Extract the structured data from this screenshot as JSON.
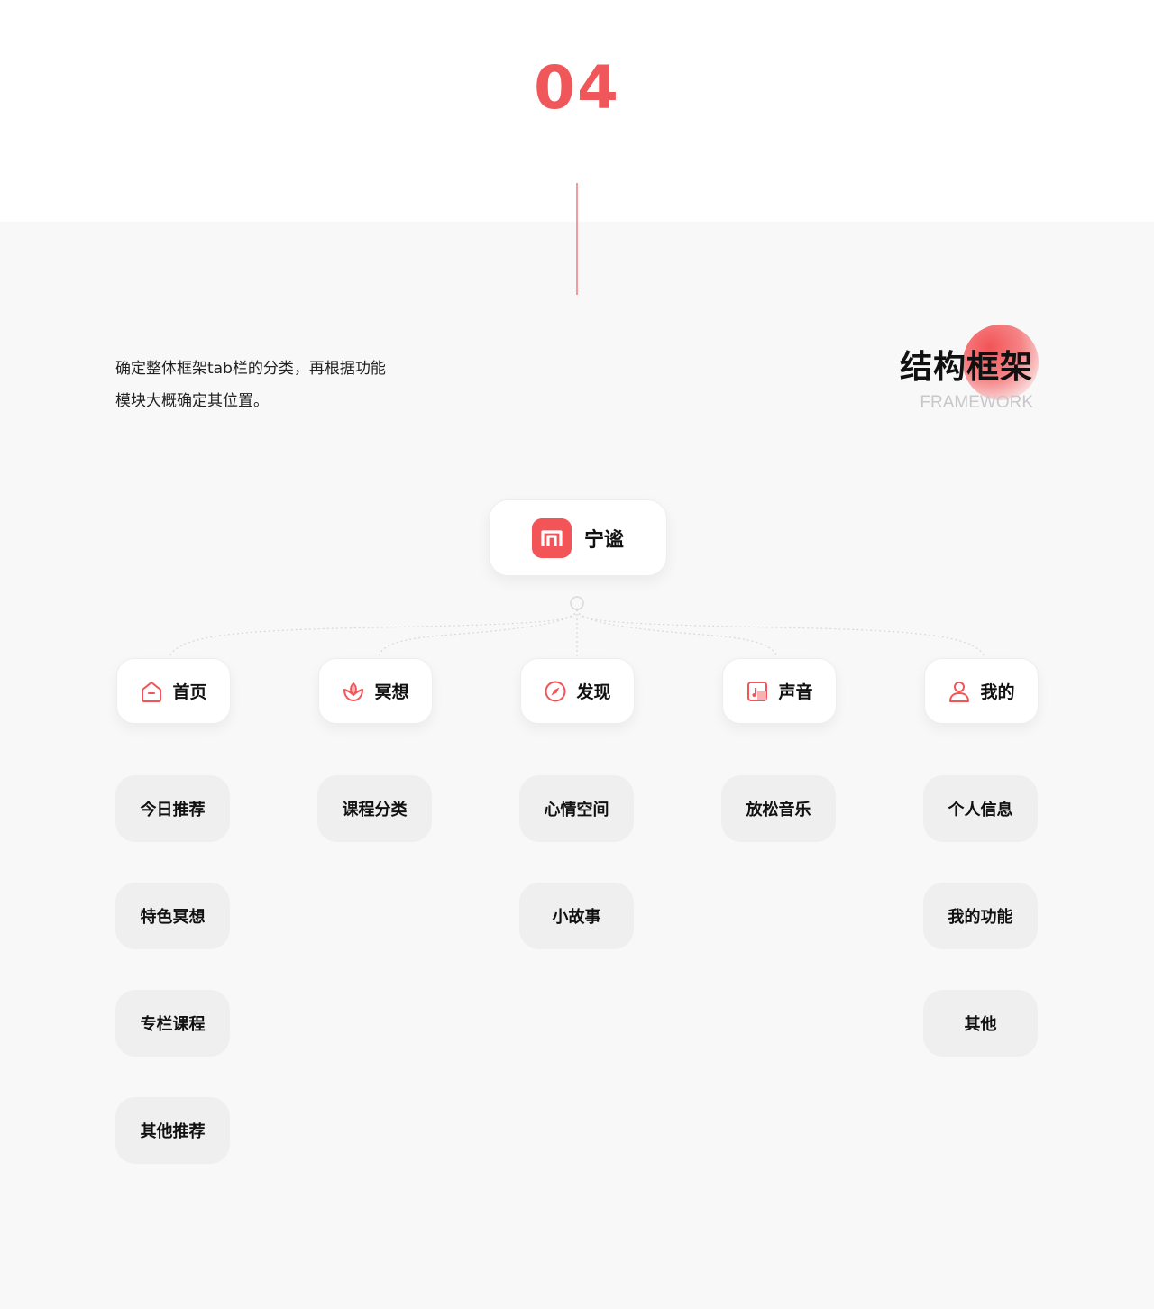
{
  "section_number": "04",
  "description": [
    "确定整体框架tab栏的分类，再根据功能",
    "模块大概确定其位置。"
  ],
  "title": {
    "cn": "结构框架",
    "en": "FRAMEWORK"
  },
  "accent_color": "#f0575a",
  "root": {
    "label": "宁谧",
    "icon": "app-logo-icon"
  },
  "tabs": [
    {
      "label": "首页",
      "icon": "home-icon",
      "items": [
        "今日推荐",
        "特色冥想",
        "专栏课程",
        "其他推荐"
      ]
    },
    {
      "label": "冥想",
      "icon": "lotus-icon",
      "items": [
        "课程分类"
      ]
    },
    {
      "label": "发现",
      "icon": "compass-icon",
      "items": [
        "心情空间",
        "小故事"
      ]
    },
    {
      "label": "声音",
      "icon": "music-icon",
      "items": [
        "放松音乐"
      ]
    },
    {
      "label": "我的",
      "icon": "user-icon",
      "items": [
        "个人信息",
        "我的功能",
        "其他"
      ]
    }
  ]
}
